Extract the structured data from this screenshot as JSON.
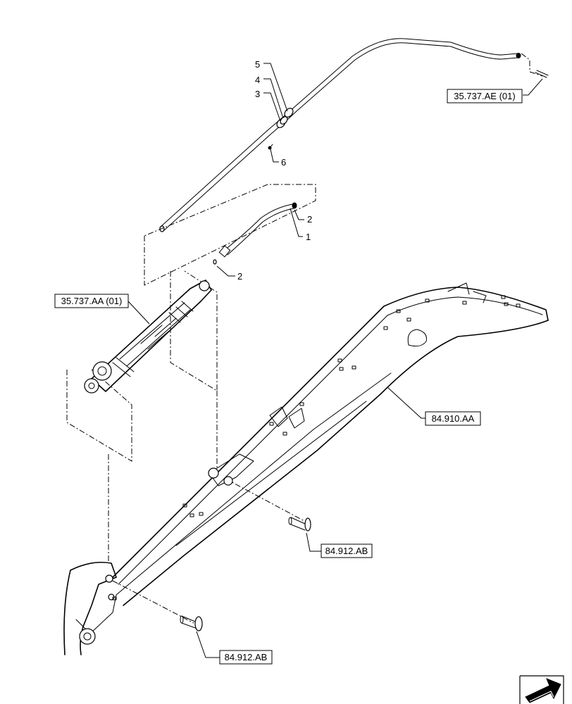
{
  "references": {
    "top_right": "35.737.AE (01)",
    "cylinder": "35.737.AA (01)",
    "boom": "84.910.AA",
    "pin_upper": "84.912.AB",
    "pin_lower": "84.912.AB"
  },
  "callouts": {
    "c5": "5",
    "c4": "4",
    "c3": "3",
    "c6": "6",
    "c2_upper": "2",
    "c1": "1",
    "c2_lower": "2"
  },
  "nav_icon": "next-page-arrow-icon"
}
